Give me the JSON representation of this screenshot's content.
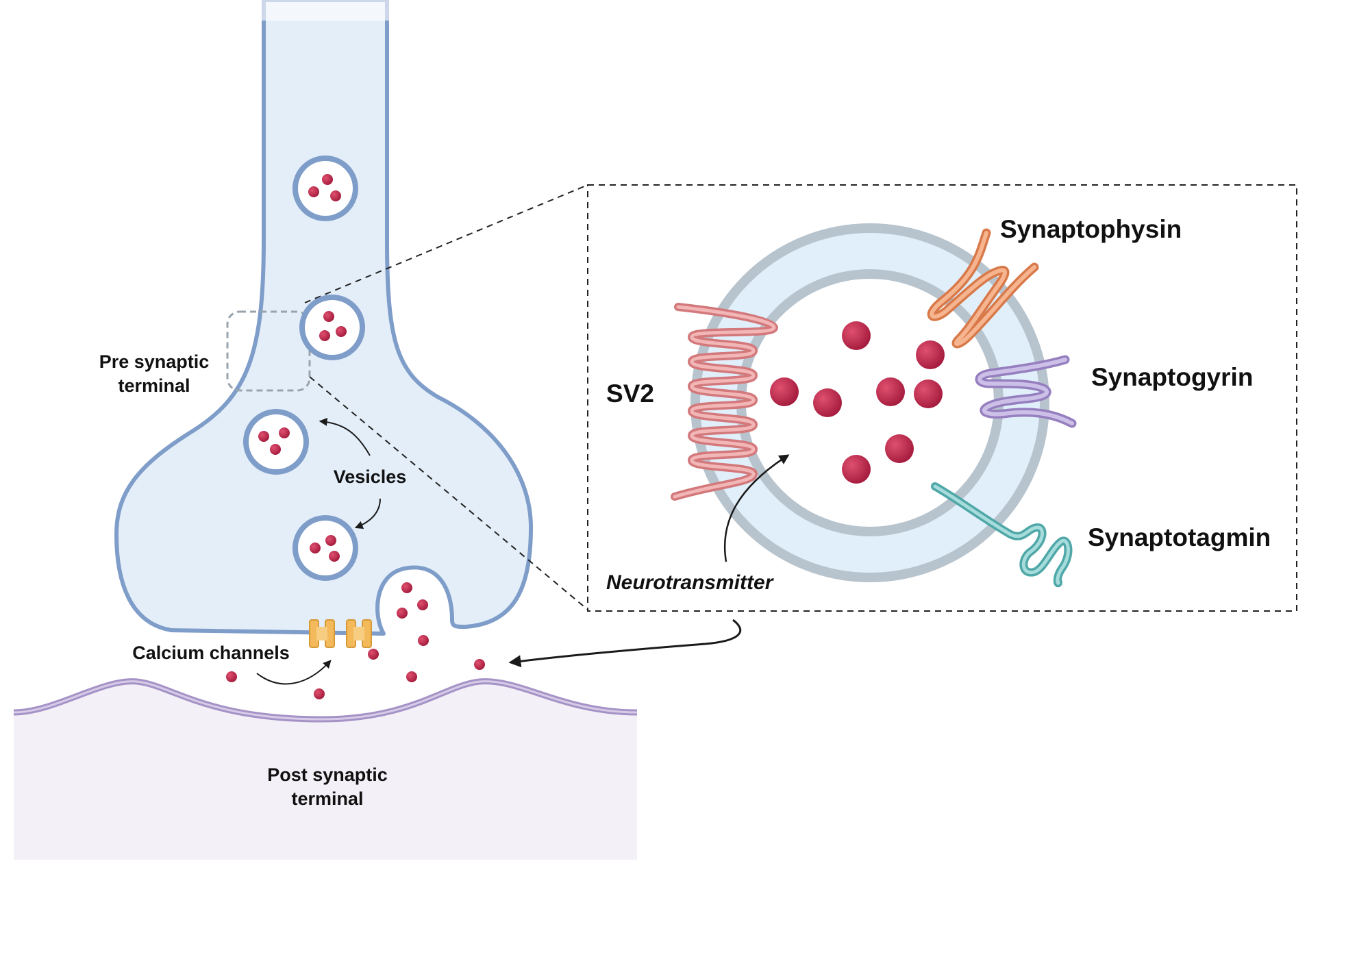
{
  "labels": {
    "pre_synaptic_line1": "Pre synaptic",
    "pre_synaptic_line2": "terminal",
    "vesicles": "Vesicles",
    "calcium_channels": "Calcium channels",
    "post_synaptic_line1": "Post synaptic",
    "post_synaptic_line2": "terminal",
    "sv2": "SV2",
    "synaptophysin": "Synaptophysin",
    "synaptogyrin": "Synaptogyrin",
    "synaptotagmin": "Synaptotagmin",
    "neurotransmitter": "Neurotransmitter"
  },
  "colors": {
    "terminal_fill": "#e3eef9",
    "terminal_outline": "#7f9dc9",
    "neurotransmitter": "#b51f45",
    "calcium_channel": "#f3b95a",
    "post_membrane": "#a592c6",
    "post_fill": "#f3f0f7",
    "vesicle_wall": "#b7c3cd",
    "sv2": "#e8989a",
    "synaptophysin": "#ee9a6c",
    "synaptogyrin": "#b3a3d6",
    "synaptotagmin": "#7cc4c4"
  }
}
